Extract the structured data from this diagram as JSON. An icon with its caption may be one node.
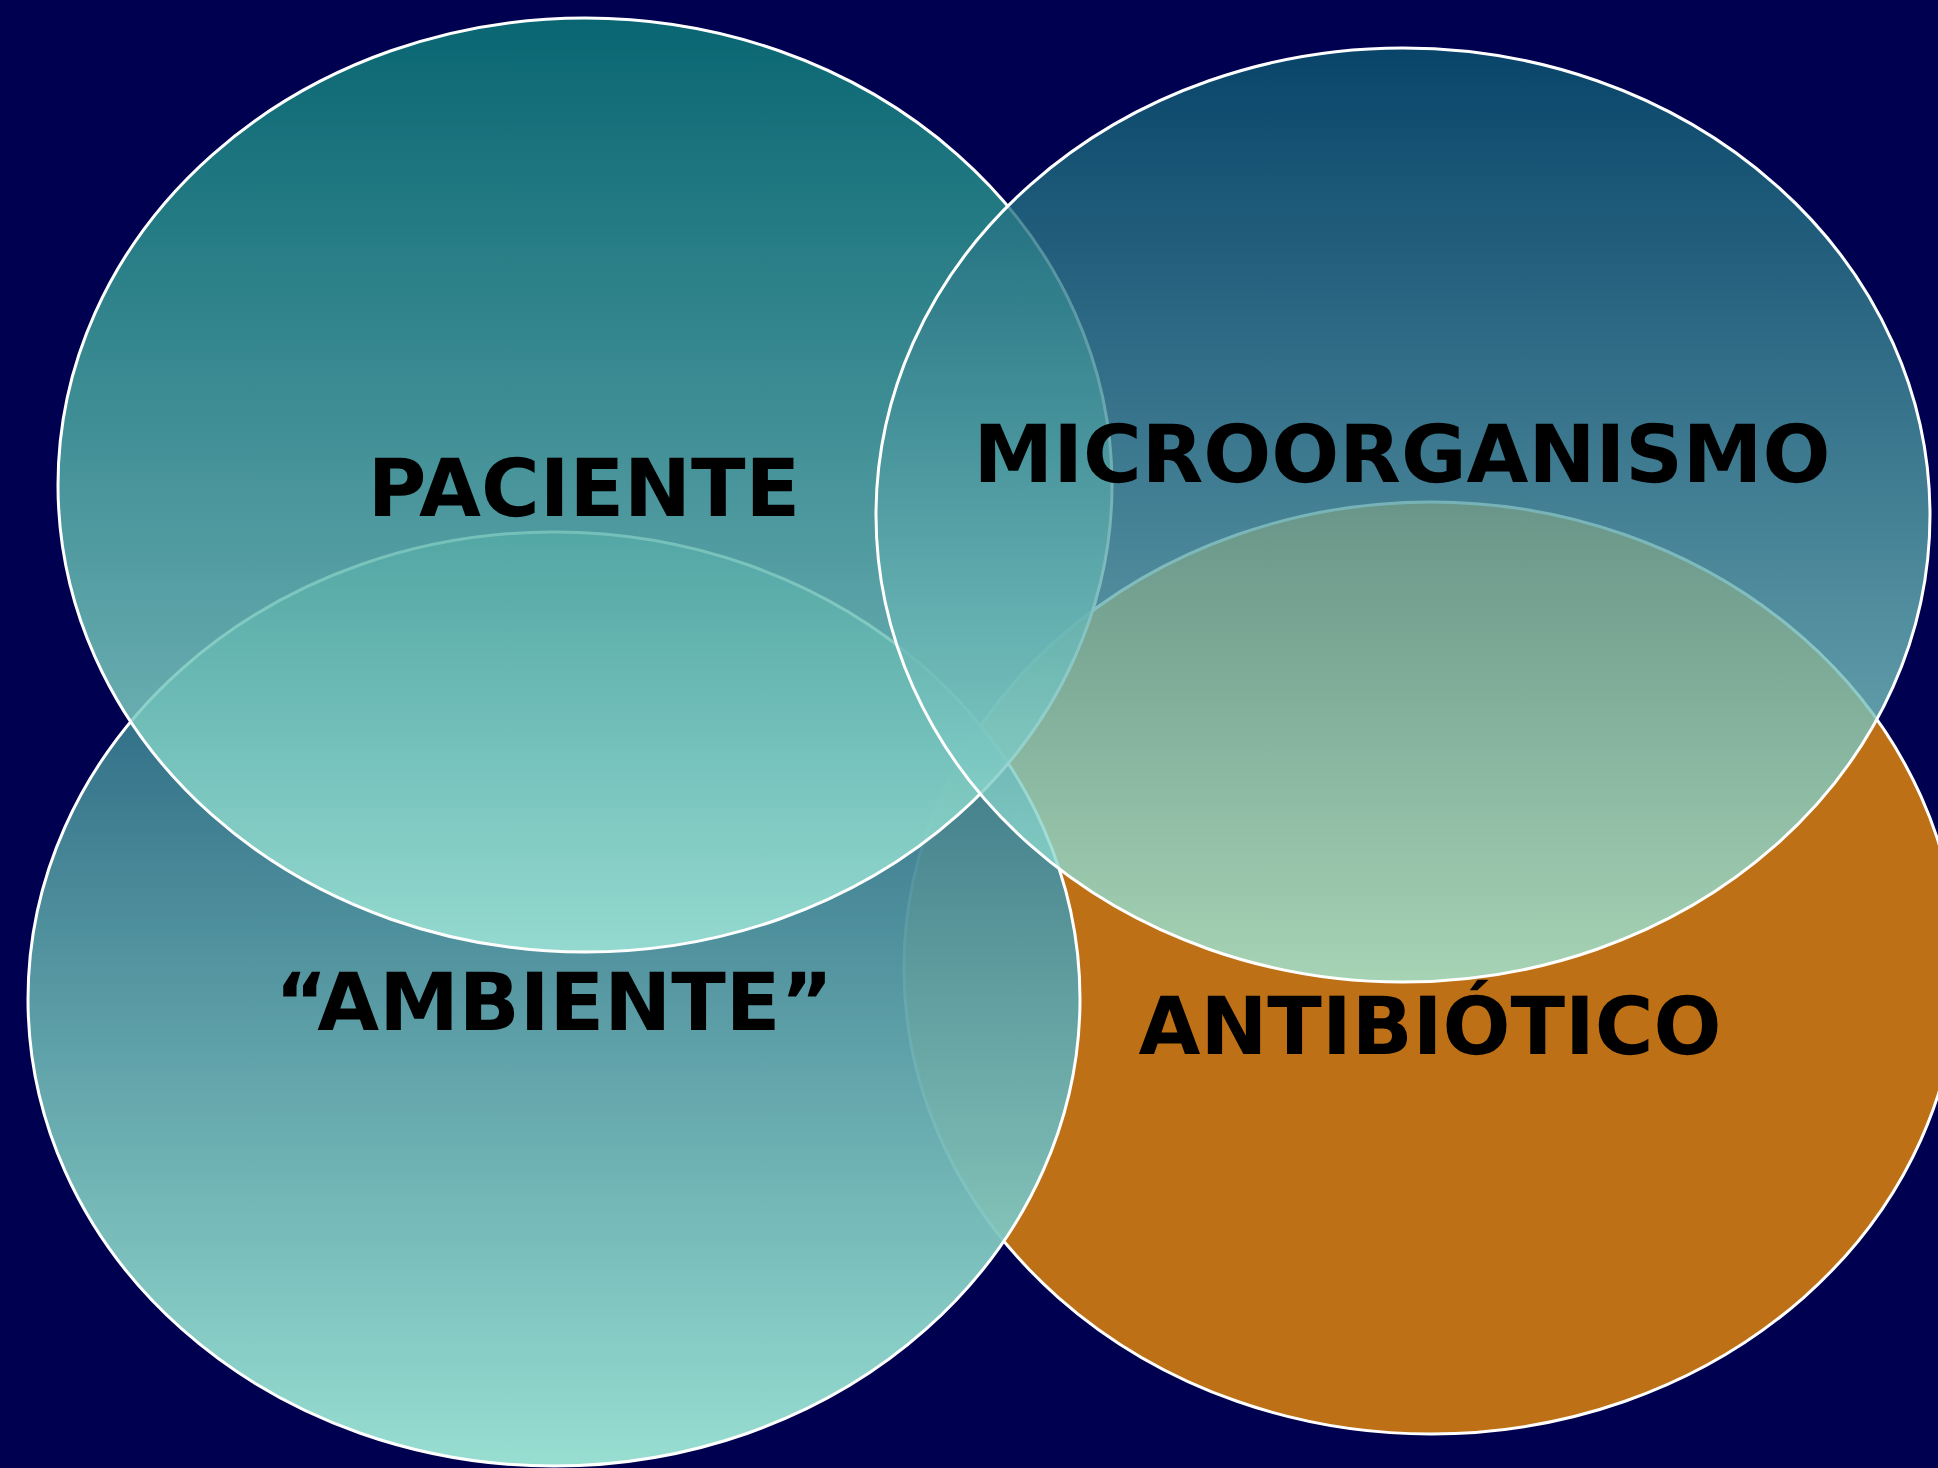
{
  "diagram": {
    "nodes": [
      {
        "text": [
          "ANTIBIÓTICO"
        ]
      },
      {
        "text": [
          "“AMBIENTE”"
        ]
      },
      {
        "text": [
          "PACIENTE"
        ]
      },
      {
        "text": [
          "MICROORGANISMO"
        ]
      }
    ]
  }
}
